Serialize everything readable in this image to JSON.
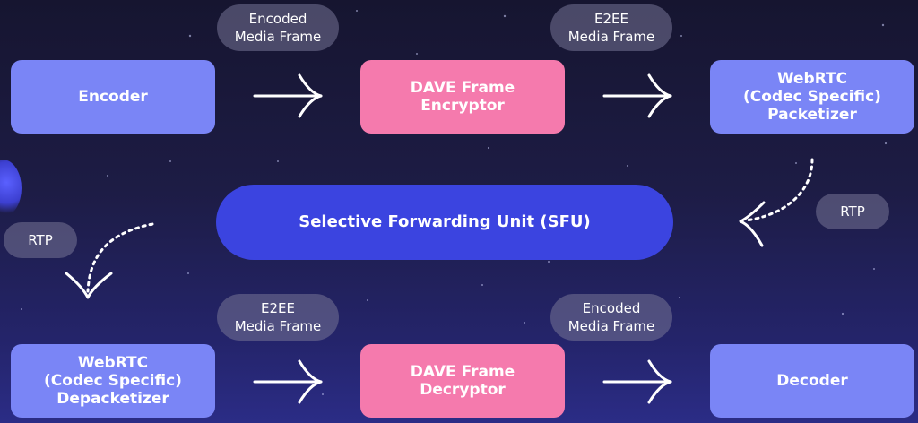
{
  "nodes": {
    "encoder": "Encoder",
    "encryptor": "DAVE Frame\nEncryptor",
    "packetizer": "WebRTC\n(Codec Specific)\nPacketizer",
    "sfu": "Selective Forwarding Unit (SFU)",
    "depacketizer": "WebRTC\n(Codec Specific)\nDepacketizer",
    "decryptor": "DAVE Frame\nDecryptor",
    "decoder": "Decoder"
  },
  "labels": {
    "top_left": "Encoded\nMedia Frame",
    "top_right": "E2EE\nMedia Frame",
    "rtp_right": "RTP",
    "rtp_left": "RTP",
    "bottom_left": "E2EE\nMedia Frame",
    "bottom_right": "Encoded\nMedia Frame"
  },
  "colors": {
    "blue_box": "#7a85f6",
    "pink_box": "#f57aad",
    "sfu": "#3b44e0",
    "pill": "#767496",
    "arrow": "#ffffff"
  }
}
